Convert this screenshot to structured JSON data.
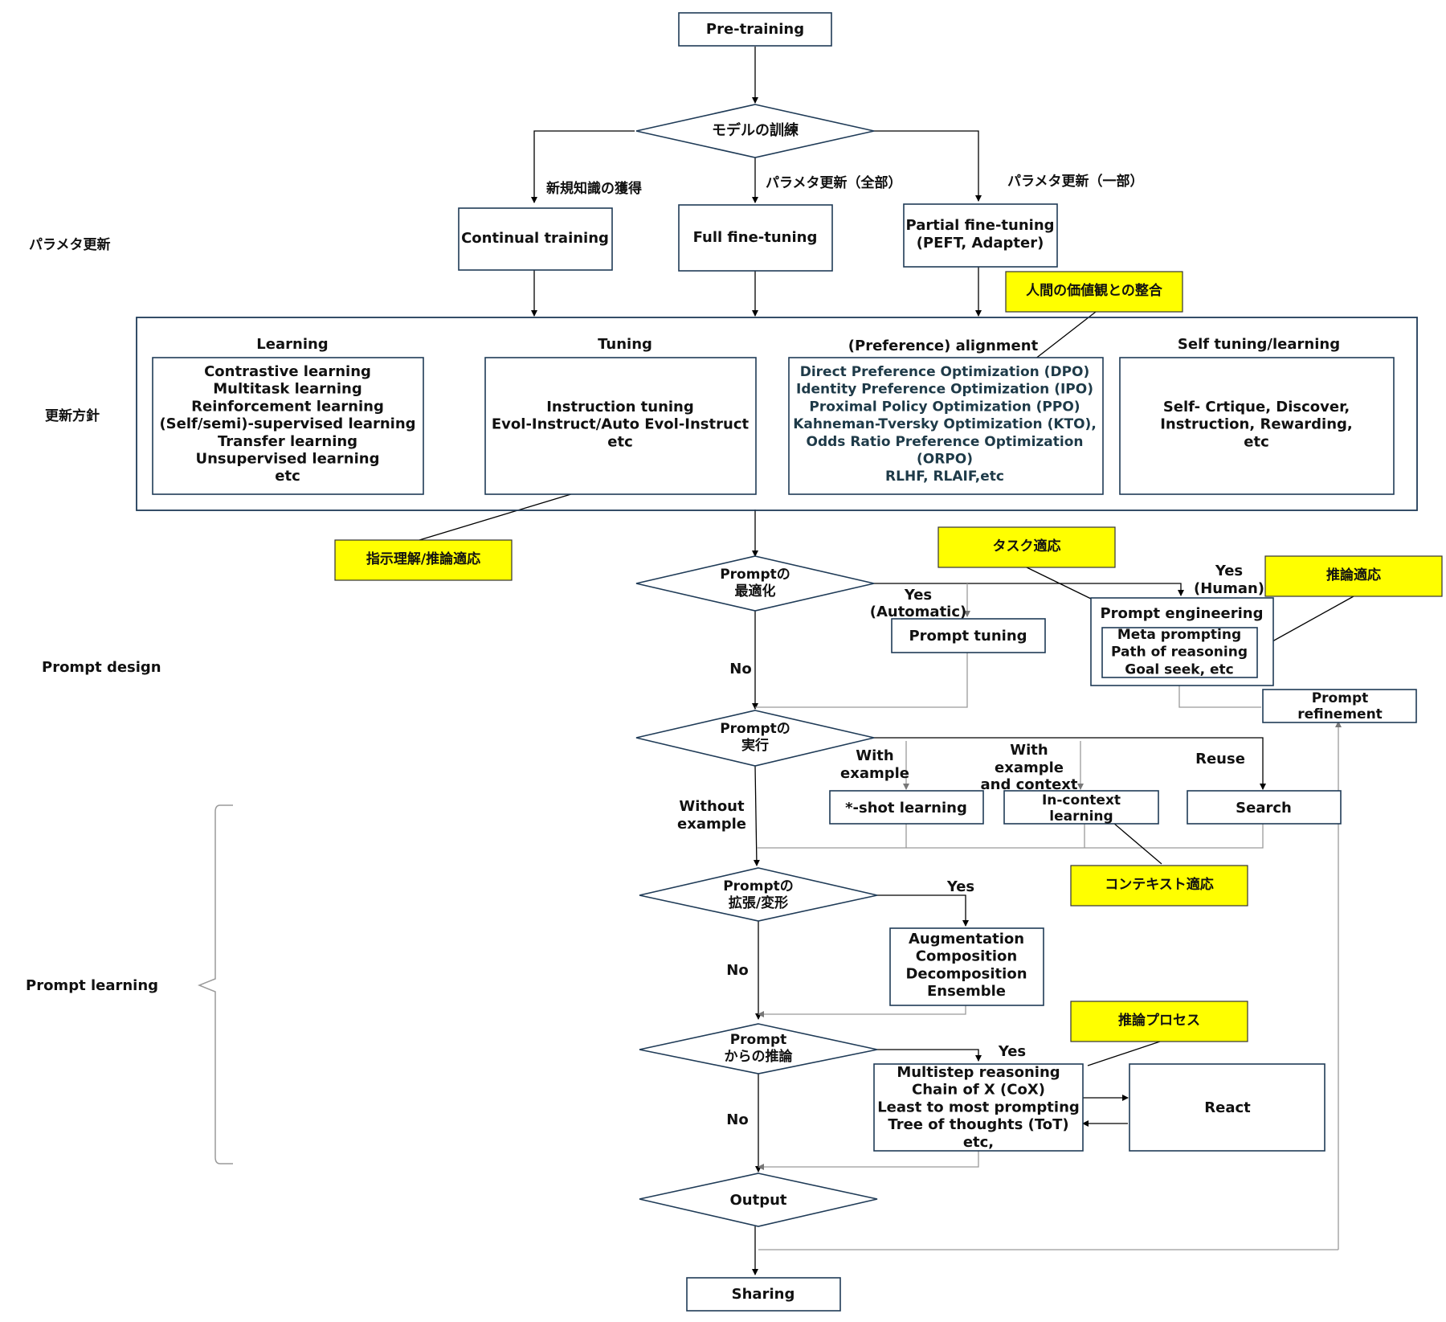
{
  "section_labels": {
    "param_update": "パラメタ更新",
    "policy": "更新方針",
    "prompt_design": "Prompt design",
    "prompt_learning": "Prompt learning"
  },
  "nodes": {
    "pretraining": "Pre-training",
    "model_training": "モデルの訓練",
    "continual_training": "Continual training",
    "full_finetuning": "Full fine-tuning",
    "partial_finetuning": [
      "Partial fine-tuning",
      "(PEFT, Adapter)"
    ],
    "learning_title": "Learning",
    "learning_items": [
      "Contrastive learning",
      "Multitask learning",
      "Reinforcement learning",
      "(Self/semi)-supervised learning",
      "Transfer learning",
      "Unsupervised learning",
      "etc"
    ],
    "tuning_title": "Tuning",
    "tuning_items": [
      "Instruction tuning",
      "Evol-Instruct/Auto Evol-Instruct",
      "etc"
    ],
    "alignment_title": "(Preference) alignment",
    "alignment_items": [
      "Direct Preference Optimization (DPO)",
      "Identity Preference Optimization (IPO)",
      "Proximal Policy Optimization (PPO)",
      "Kahneman-Tversky Optimization (KTO),",
      "Odds Ratio Preference Optimization",
      "(ORPO)",
      "RLHF, RLAIF,etc"
    ],
    "self_title": "Self tuning/learning",
    "self_items": [
      "Self- Crtique, Discover,",
      "Instruction, Rewarding,",
      "etc"
    ],
    "prompt_opt": [
      "Promptの",
      "最適化"
    ],
    "prompt_tuning": "Prompt tuning",
    "prompt_engineering": "Prompt engineering",
    "pe_items": [
      "Meta prompting",
      "Path of reasoning",
      "Goal seek, etc"
    ],
    "prompt_refinement": [
      "Prompt",
      "refinement"
    ],
    "prompt_exec": [
      "Promptの",
      "実行"
    ],
    "shot_learning": "*-shot learning",
    "in_context": [
      "In-context",
      "learning"
    ],
    "search": "Search",
    "prompt_expand": [
      "Promptの",
      "拡張/変形"
    ],
    "augmentation_items": [
      "Augmentation",
      "Composition",
      "Decomposition",
      "Ensemble"
    ],
    "prompt_infer": [
      "Prompt",
      "からの推論"
    ],
    "reasoning_items": [
      "Multistep reasoning",
      "Chain of X (CoX)",
      "Least to most prompting",
      "Tree of thoughts (ToT)",
      "etc,"
    ],
    "react": "React",
    "output": "Output",
    "sharing": "Sharing"
  },
  "edge_labels": {
    "new_knowledge": "新規知識の獲得",
    "param_all": "パラメタ更新（全部）",
    "param_partial": "パラメタ更新（一部）",
    "yes_automatic": [
      "Yes",
      "(Automatic)"
    ],
    "yes_human": [
      "Yes",
      "(Human)"
    ],
    "no": "No",
    "with_example": [
      "With",
      "example"
    ],
    "with_example_context": [
      "With",
      "example",
      "and context"
    ],
    "reuse": "Reuse",
    "without_example": [
      "Without",
      "example"
    ],
    "yes": "Yes"
  },
  "callouts": {
    "human_values": "人間の価値観との整合",
    "instruction_understanding": "指示理解/推論適応",
    "task_adapt": "タスク適応",
    "reasoning_adapt": "推論適応",
    "context_adapt": "コンテキスト適応",
    "reasoning_process": "推論プロセス"
  },
  "colors": {
    "callout_fill": "#ffff00",
    "box_stroke": "#1f3b57",
    "alignment_text": "#1e3a48"
  }
}
